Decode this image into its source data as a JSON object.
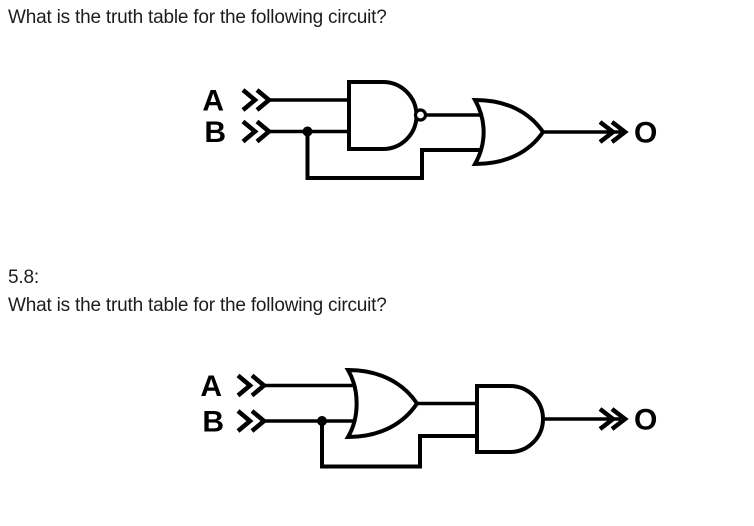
{
  "colors": {
    "background": "#ffffff",
    "ink": "#000000",
    "text": "#1c1c1c"
  },
  "question1": {
    "prompt": "What is the truth table for the following circuit?"
  },
  "question2": {
    "number": "5.8:",
    "prompt": "What is the truth table for the following circuit?"
  },
  "circuit1": {
    "input_a_label": "A",
    "input_b_label": "B",
    "output_label": "O",
    "first_gate_icon": "nand-gate",
    "second_gate_icon": "or-gate"
  },
  "circuit2": {
    "input_a_label": "A",
    "input_b_label": "B",
    "output_label": "O",
    "first_gate_icon": "or-gate",
    "second_gate_icon": "and-gate"
  }
}
